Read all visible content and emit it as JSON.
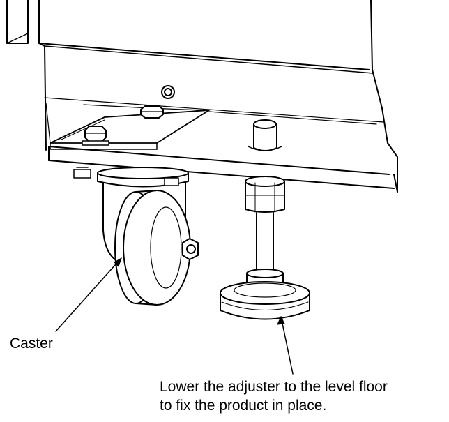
{
  "diagram": {
    "labels": {
      "caster": "Caster",
      "adjuster_line1": "Lower the adjuster to the level floor",
      "adjuster_line2": "to fix the product in place."
    },
    "colors": {
      "line": "#000000",
      "background": "#ffffff"
    }
  }
}
